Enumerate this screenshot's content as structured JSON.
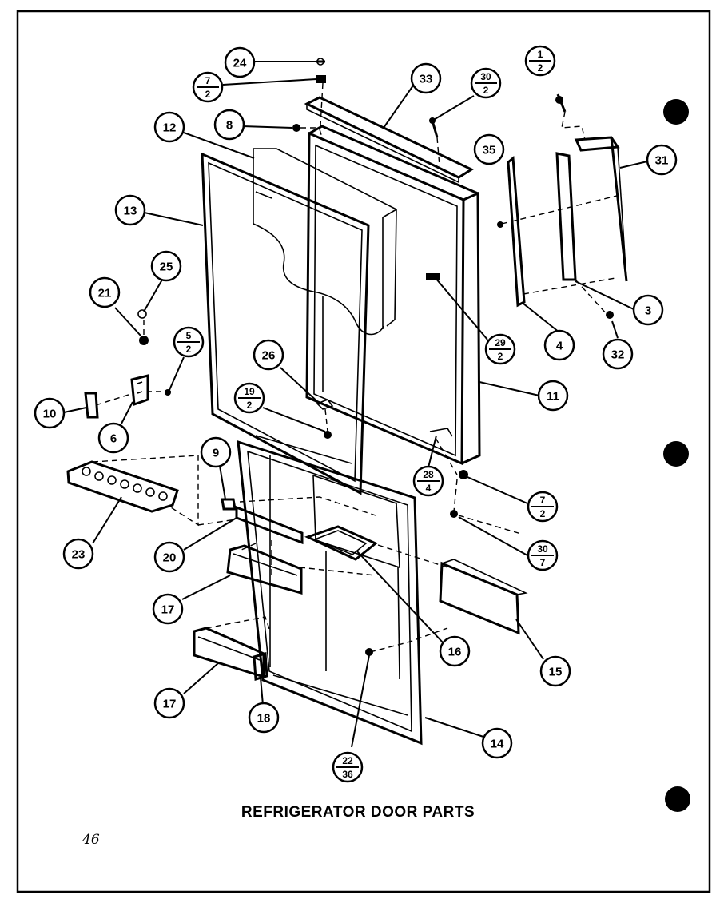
{
  "diagram": {
    "title": "REFRIGERATOR DOOR PARTS",
    "page_number": "46",
    "callouts": [
      {
        "id": "c1-2",
        "number": "1",
        "sub": "2"
      },
      {
        "id": "c24",
        "number": "24"
      },
      {
        "id": "c7-2-top",
        "number": "7",
        "sub": "2"
      },
      {
        "id": "c33",
        "number": "33"
      },
      {
        "id": "c30-2-top",
        "number": "30",
        "sub": "2"
      },
      {
        "id": "c8",
        "number": "8"
      },
      {
        "id": "c12",
        "number": "12"
      },
      {
        "id": "c35",
        "number": "35"
      },
      {
        "id": "c31",
        "number": "31"
      },
      {
        "id": "c13",
        "number": "13"
      },
      {
        "id": "c25",
        "number": "25"
      },
      {
        "id": "c21",
        "number": "21"
      },
      {
        "id": "c3",
        "number": "3"
      },
      {
        "id": "c4",
        "number": "4"
      },
      {
        "id": "c32",
        "number": "32"
      },
      {
        "id": "c29-2",
        "number": "29",
        "sub": "2"
      },
      {
        "id": "c5-2",
        "number": "5",
        "sub": "2"
      },
      {
        "id": "c26",
        "number": "26"
      },
      {
        "id": "c11",
        "number": "11"
      },
      {
        "id": "c19-2",
        "number": "19",
        "sub": "2"
      },
      {
        "id": "c10",
        "number": "10"
      },
      {
        "id": "c6",
        "number": "6"
      },
      {
        "id": "c9",
        "number": "9"
      },
      {
        "id": "c28-4",
        "number": "28",
        "sub": "4"
      },
      {
        "id": "c7-2-bot",
        "number": "7",
        "sub": "2"
      },
      {
        "id": "c23",
        "number": "23"
      },
      {
        "id": "c20",
        "number": "20"
      },
      {
        "id": "c30-7",
        "number": "30",
        "sub": "7"
      },
      {
        "id": "c17-top",
        "number": "17"
      },
      {
        "id": "c16",
        "number": "16"
      },
      {
        "id": "c15",
        "number": "15"
      },
      {
        "id": "c17-bot",
        "number": "17"
      },
      {
        "id": "c18",
        "number": "18"
      },
      {
        "id": "c14",
        "number": "14"
      },
      {
        "id": "c22-36",
        "number": "22",
        "sub": "36"
      }
    ]
  }
}
